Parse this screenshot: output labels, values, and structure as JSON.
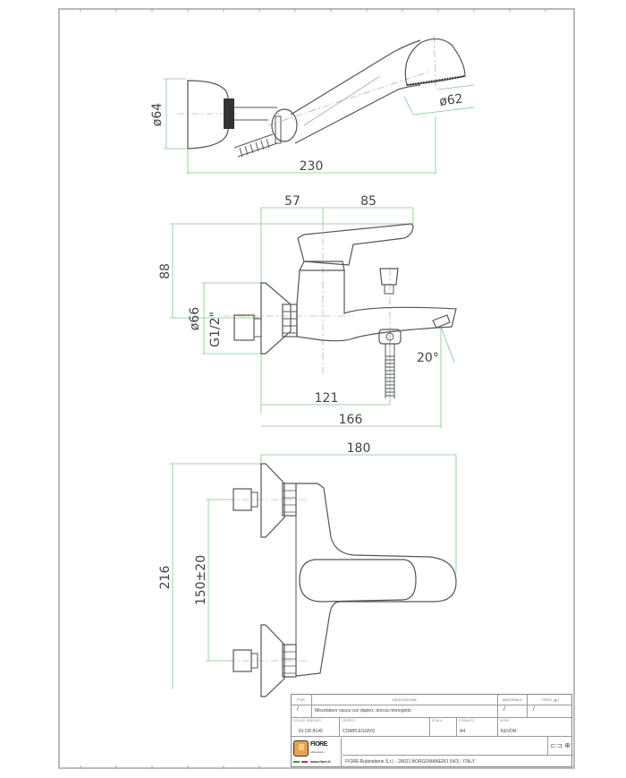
{
  "drawing": {
    "type": "technical drawing",
    "subject": "bath/shower mixer with hand shower",
    "colors": {
      "outline": "#555555",
      "dimension_line": "#7fc98a",
      "center_line": "#d98080",
      "frame": "#8a8aa0",
      "text": "#444444"
    }
  },
  "hand_shower_view": {
    "dimensions": {
      "head_diameter": "ø62",
      "bracket_diameter": "ø64",
      "overall_length": "230"
    }
  },
  "side_view": {
    "dimensions": {
      "lever_offset": "57",
      "lever_length": "85",
      "height": "88",
      "flange_diameter": "ø66",
      "thread": "G1/2\"",
      "spout_angle": "20°",
      "diverter_offset": "121",
      "spout_projection": "166"
    }
  },
  "top_view": {
    "dimensions": {
      "overall_depth": "180",
      "overall_width": "216",
      "center_distance": "150±20"
    }
  },
  "title_block": {
    "header": {
      "pos": "POS.",
      "description": "DESCRIZIONE",
      "material": "MATERIALE",
      "weight": "PESO (gr)"
    },
    "item": {
      "pos": "/",
      "description": "Miscelatore vasca con duplex, doccia monogetto",
      "material": "/",
      "weight": "/"
    },
    "info": {
      "code_label": "CODICE DISEGNO",
      "code": "81 CR 8140",
      "group_label": "GRUPPO",
      "group": "COMPLESSIVO",
      "scale_label": "SCALA",
      "scale": "",
      "format_label": "FORMATO",
      "format": "A4",
      "series_label": "SERIE",
      "series": "KEVON"
    },
    "logo": {
      "brand": "FIORE",
      "tagline": "rubinetterie",
      "website": "www.fiore.it"
    },
    "projection_symbol": "⊏⊐ ⊕",
    "company_address": "FIORE Rubinetterie S.r.l. - 28021 BORGOMANERO (NO) - ITALY"
  }
}
